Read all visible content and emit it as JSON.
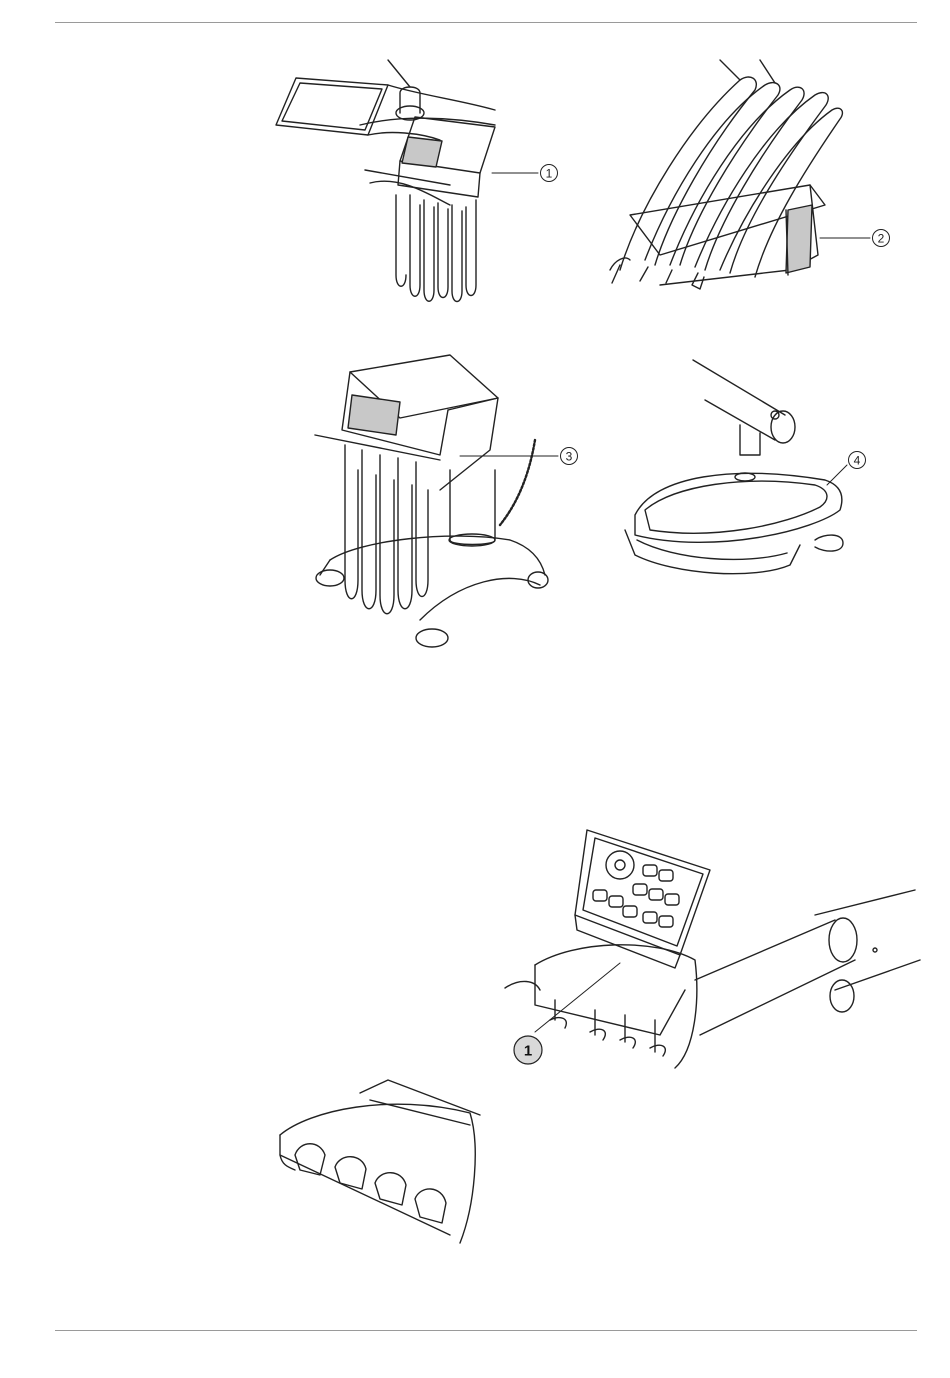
{
  "colors": {
    "rule": "#9a9a9a",
    "line_art": "#222222",
    "screen_fill": "#c8c8c8",
    "callout_fill_highlighted": "#d9d9d9"
  },
  "figures": {
    "fig_treatment_unit": {
      "callout": "1"
    },
    "fig_instrument_arm": {
      "callout": "2"
    },
    "fig_mobile_cart": {
      "callout": "3"
    },
    "fig_tray": {
      "callout": "4"
    },
    "fig_holder_assembly": {
      "callout": "1"
    },
    "fig_holder_detail": {}
  }
}
